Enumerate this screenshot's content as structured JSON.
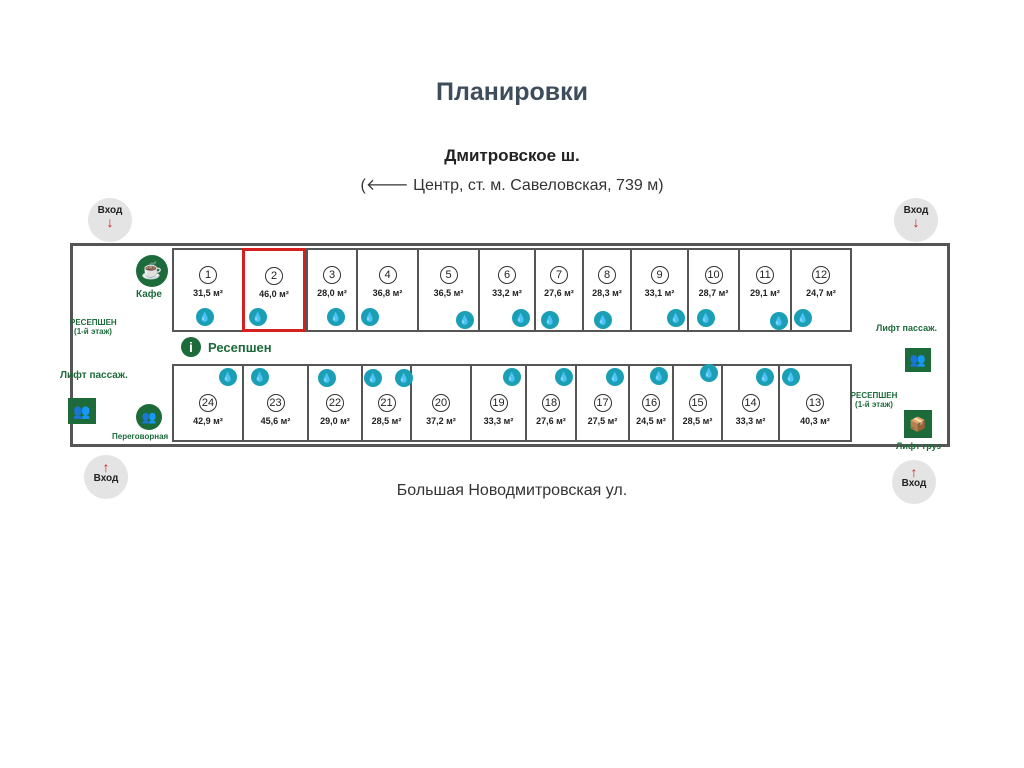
{
  "title": "Планировки",
  "street_top": "Дмитровское ш.",
  "direction": "(🡐 Центр, ст. м. Савеловская, 739 м)",
  "street_bottom": "Большая Новодмитровская ул.",
  "entrance_label": "Вход",
  "labels": {
    "cafe": "Кафе",
    "reception": "Ресепшен",
    "reception_floor": "РЕСЕПШЕН",
    "reception_floor_sub": "(1-й этаж)",
    "lift_pass": "Лифт пассаж.",
    "lift_cargo": "Лифт груз",
    "meeting": "Переговорная"
  },
  "selected_room": "2",
  "top_rooms": [
    {
      "n": "1",
      "area": "31,5 м²"
    },
    {
      "n": "2",
      "area": "46,0 м²"
    },
    {
      "n": "3",
      "area": "28,0 м²"
    },
    {
      "n": "4",
      "area": "36,8 м²"
    },
    {
      "n": "5",
      "area": "36,5 м²"
    },
    {
      "n": "6",
      "area": "33,2 м²"
    },
    {
      "n": "7",
      "area": "27,6 м²"
    },
    {
      "n": "8",
      "area": "28,3 м²"
    },
    {
      "n": "9",
      "area": "33,1 м²"
    },
    {
      "n": "10",
      "area": "28,7 м²"
    },
    {
      "n": "11",
      "area": "29,1 м²"
    },
    {
      "n": "12",
      "area": "24,7 м²"
    }
  ],
  "bottom_rooms": [
    {
      "n": "24",
      "area": "42,9 м²"
    },
    {
      "n": "23",
      "area": "45,6 м²"
    },
    {
      "n": "22",
      "area": "29,0 м²"
    },
    {
      "n": "21",
      "area": "28,5 м²"
    },
    {
      "n": "20",
      "area": "37,2 м²"
    },
    {
      "n": "19",
      "area": "33,3 м²"
    },
    {
      "n": "18",
      "area": "27,6 м²"
    },
    {
      "n": "17",
      "area": "27,5 м²"
    },
    {
      "n": "16",
      "area": "24,5 м²"
    },
    {
      "n": "15",
      "area": "28,5 м²"
    },
    {
      "n": "14",
      "area": "33,3 м²"
    },
    {
      "n": "13",
      "area": "40,3 м²"
    }
  ]
}
